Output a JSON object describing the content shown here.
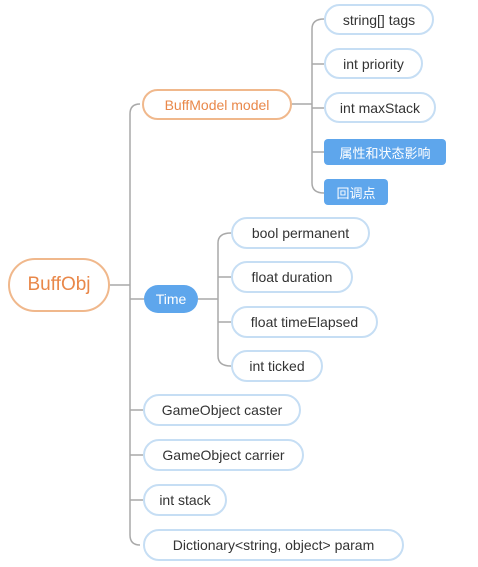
{
  "root": {
    "label": "BuffObj"
  },
  "model": {
    "label": "BuffModel model",
    "children": [
      "string[] tags",
      "int priority",
      "int maxStack",
      "属性和状态影响",
      "回调点"
    ]
  },
  "time": {
    "label": "Time",
    "children": [
      "bool permanent",
      "float duration",
      "float timeElapsed",
      "int ticked"
    ]
  },
  "fields": [
    "GameObject caster",
    "GameObject carrier",
    "int stack",
    "Dictionary<string, object> param"
  ],
  "colors": {
    "orange_border": "#f0b88c",
    "orange_text": "#e9884a",
    "blue_fill": "#5ea6ec",
    "blue_border": "#c6def4",
    "line": "#a9a9a9"
  }
}
